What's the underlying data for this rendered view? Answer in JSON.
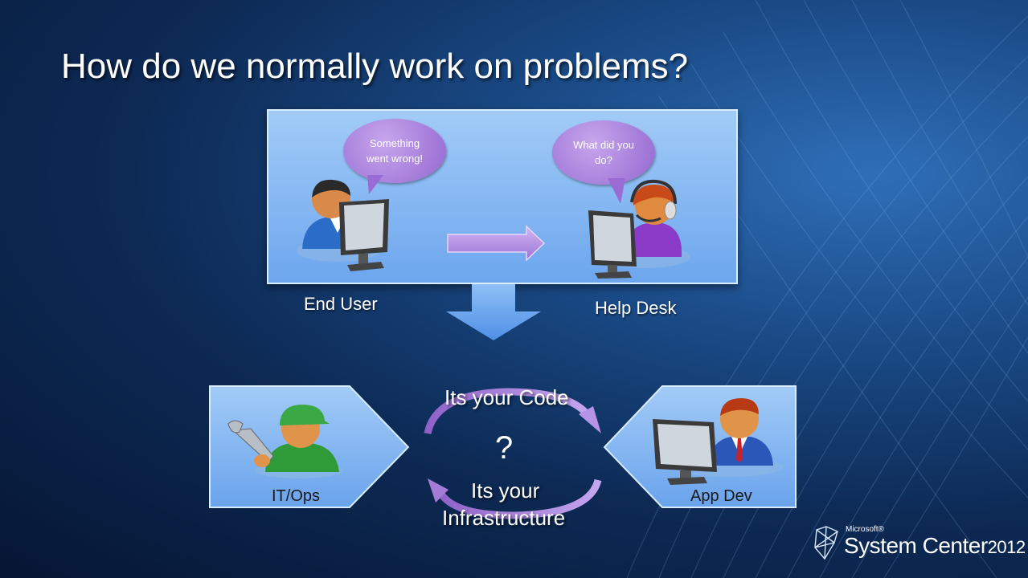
{
  "slide": {
    "title": "How do we normally work on problems?"
  },
  "top_panel": {
    "end_user": {
      "label": "End User",
      "bubble": "Something went wrong!"
    },
    "help_desk": {
      "label": "Help Desk",
      "bubble": "What did you do?"
    }
  },
  "cycle": {
    "it_ops_label": "IT/Ops",
    "app_dev_label": "App Dev",
    "top_text": "Its your Code",
    "bottom_text_line1": "Its your",
    "bottom_text_line2": "Infrastructure",
    "center_mark": "?"
  },
  "logo": {
    "brand": "Microsoft®",
    "product": "System Center",
    "year": "2012"
  },
  "colors": {
    "panel": "#7fb4f2",
    "bubble": "#a67ad9",
    "arrow_purple": "#b693e6",
    "down_arrow": "#6fa8ee"
  },
  "icons": [
    "end-user-icon",
    "help-desk-agent-icon",
    "it-ops-worker-icon",
    "app-developer-icon",
    "system-center-logo-icon"
  ]
}
